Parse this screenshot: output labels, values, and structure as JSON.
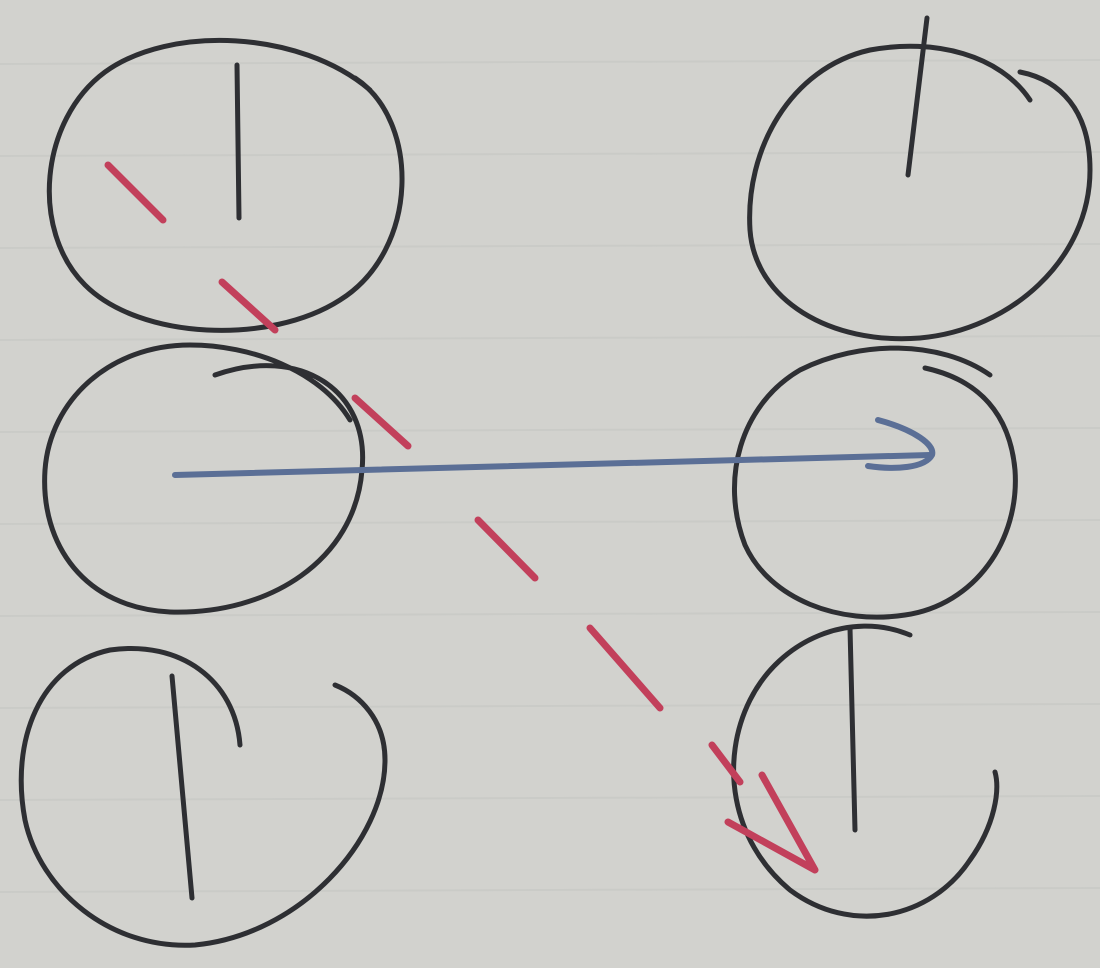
{
  "paper": {
    "background": "#d2d2ce",
    "rule_line_color": "#c6c7c4"
  },
  "ink": {
    "circle_color": "#2e2f33",
    "blue_arrow_color": "#5b6f96",
    "red_arrow_color": "#c2405b"
  },
  "diagram": {
    "left_column": [
      {
        "id": "top",
        "has_vertical_mark": true,
        "has_gap": false
      },
      {
        "id": "middle",
        "has_vertical_mark": false,
        "has_gap": false
      },
      {
        "id": "bottom",
        "has_vertical_mark": true,
        "has_gap": true
      }
    ],
    "right_column": [
      {
        "id": "top",
        "has_vertical_mark": true,
        "has_gap": true
      },
      {
        "id": "middle",
        "has_vertical_mark": false,
        "has_gap": false
      },
      {
        "id": "bottom",
        "has_vertical_mark": true,
        "has_gap": true
      }
    ],
    "arrows": [
      {
        "id": "solid-blue",
        "style": "solid",
        "from": "left-middle",
        "to": "right-middle"
      },
      {
        "id": "dashed-red",
        "style": "dashed",
        "from": "left-top",
        "to": "right-bottom"
      }
    ]
  }
}
